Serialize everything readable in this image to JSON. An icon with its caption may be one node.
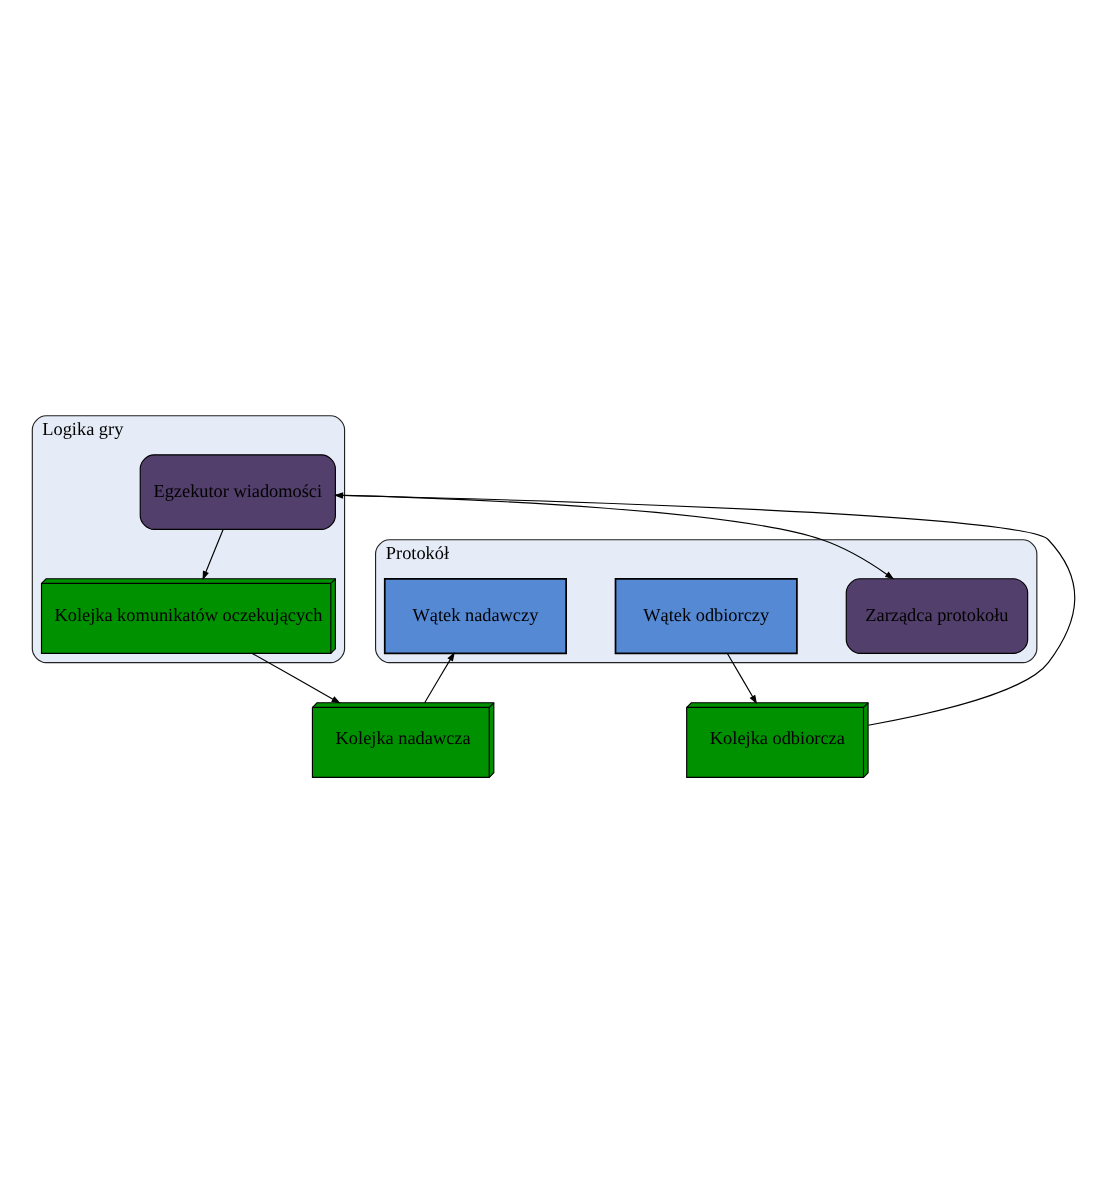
{
  "diagram": {
    "nodes": [
      {
        "text": [
          "Logika gry"
        ]
      },
      {
        "text": [
          "Egzekutor wiadomości"
        ],
        "in": 0
      },
      {
        "text": [
          "Kolejka komunikatów oczekujących"
        ],
        "in": 0
      },
      {
        "text": [
          "Kolejka nadawcza"
        ]
      },
      {
        "text": [
          "Kolejka odbiorcza"
        ]
      },
      {
        "text": [
          "Protokół"
        ]
      },
      {
        "text": [
          "Zarządca protokołu"
        ],
        "in": 5
      },
      {
        "text": [
          "Wątek nadawczy"
        ],
        "in": 5
      },
      {
        "text": [
          "Wątek odbiorczy"
        ],
        "in": 5
      }
    ],
    "edges": [
      {
        "from": 1,
        "to": 2,
        "arrow": "to"
      },
      {
        "from": 2,
        "to": 3,
        "arrow": "to"
      },
      {
        "from": 1,
        "to": 6,
        "arrow": "to"
      },
      {
        "from": 4,
        "to": 1,
        "arrow": "to"
      },
      {
        "from": 3,
        "to": 7,
        "arrow": "to"
      },
      {
        "from": 8,
        "to": 4,
        "arrow": "to"
      }
    ]
  }
}
